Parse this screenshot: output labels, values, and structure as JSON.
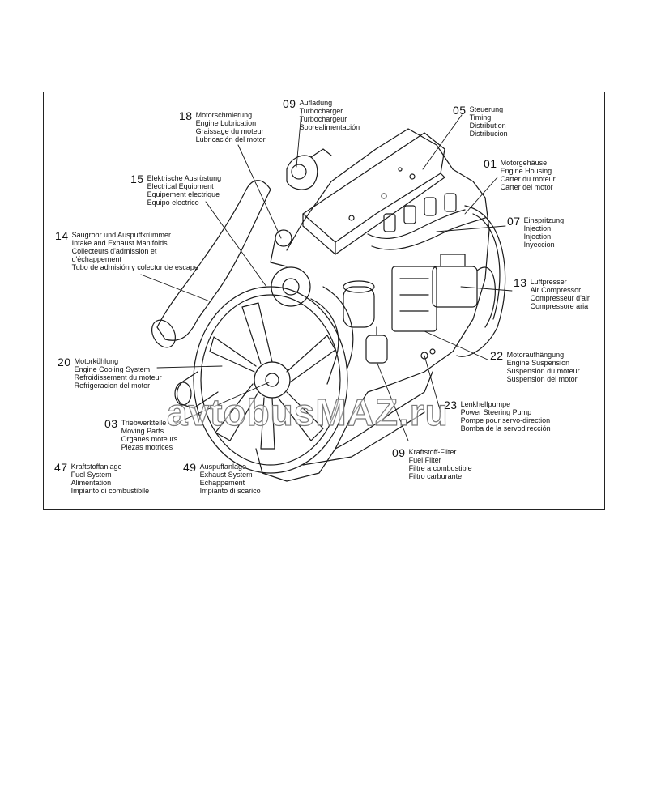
{
  "callouts": [
    {
      "id": "09-turbo",
      "num": "09",
      "lines": [
        "Aufladung",
        "Turbocharger",
        "Turbochargeur",
        "Sobrealimentación"
      ]
    },
    {
      "id": "05-timing",
      "num": "05",
      "lines": [
        "Steuerung",
        "Timing",
        "Distribution",
        "Distribucion"
      ]
    },
    {
      "id": "18-lubrication",
      "num": "18",
      "lines": [
        "Motorschmierung",
        "Engine Lubrication",
        "Graissage du moteur",
        "Lubricación del motor"
      ]
    },
    {
      "id": "01-housing",
      "num": "01",
      "lines": [
        "Motorgehäuse",
        "Engine Housing",
        "Carter du moteur",
        "Carter del motor"
      ]
    },
    {
      "id": "15-electrical",
      "num": "15",
      "lines": [
        "Elektrische Ausrüstung",
        "Electrical Equipment",
        "Equipement electrique",
        "Equipo electrico"
      ]
    },
    {
      "id": "07-injection",
      "num": "07",
      "lines": [
        "Einspritzung",
        "Injection",
        "Injection",
        "Inyeccion"
      ]
    },
    {
      "id": "14-manifolds",
      "num": "14",
      "lines": [
        "Saugrohr und Auspuffkrümmer",
        "Intake and Exhaust Manifolds",
        "Collecteurs d'admission et",
        "d'échappement",
        "Tubo de admisión y colector de escape"
      ]
    },
    {
      "id": "13-compressor",
      "num": "13",
      "lines": [
        "Luftpresser",
        "Air Compressor",
        "Compresseur d'air",
        "Compressore aria"
      ]
    },
    {
      "id": "20-cooling",
      "num": "20",
      "lines": [
        "Motorkühlung",
        "Engine Cooling System",
        "Refroidissement du moteur",
        "Refrigeracion del motor"
      ]
    },
    {
      "id": "22-suspension",
      "num": "22",
      "lines": [
        "Motoraufhängung",
        "Engine Suspension",
        "Suspension du moteur",
        "Suspension del motor"
      ]
    },
    {
      "id": "23-steering",
      "num": "23",
      "lines": [
        "Lenkhelfpumpe",
        "Power Steering Pump",
        "Pompe pour servo-direction",
        "Bomba de la servodirección"
      ]
    },
    {
      "id": "03-moving",
      "num": "03",
      "lines": [
        "Triebwerkteile",
        "Moving Parts",
        "Organes moteurs",
        "Piezas motrices"
      ]
    },
    {
      "id": "09-fuelfilter",
      "num": "09",
      "lines": [
        "Kraftstoff-Filter",
        "Fuel Filter",
        "Filtre a combustible",
        "Filtro carburante"
      ]
    },
    {
      "id": "47-fuel",
      "num": "47",
      "lines": [
        "Kraftstoffanlage",
        "Fuel System",
        "Alimentation",
        "Impianto di combustibile"
      ]
    },
    {
      "id": "49-exhaust",
      "num": "49",
      "lines": [
        "Auspuffanlage",
        "Exhaust System",
        "Echappement",
        "Impianto di scarico"
      ]
    }
  ],
  "watermark": "avtobusMAZ.ru"
}
